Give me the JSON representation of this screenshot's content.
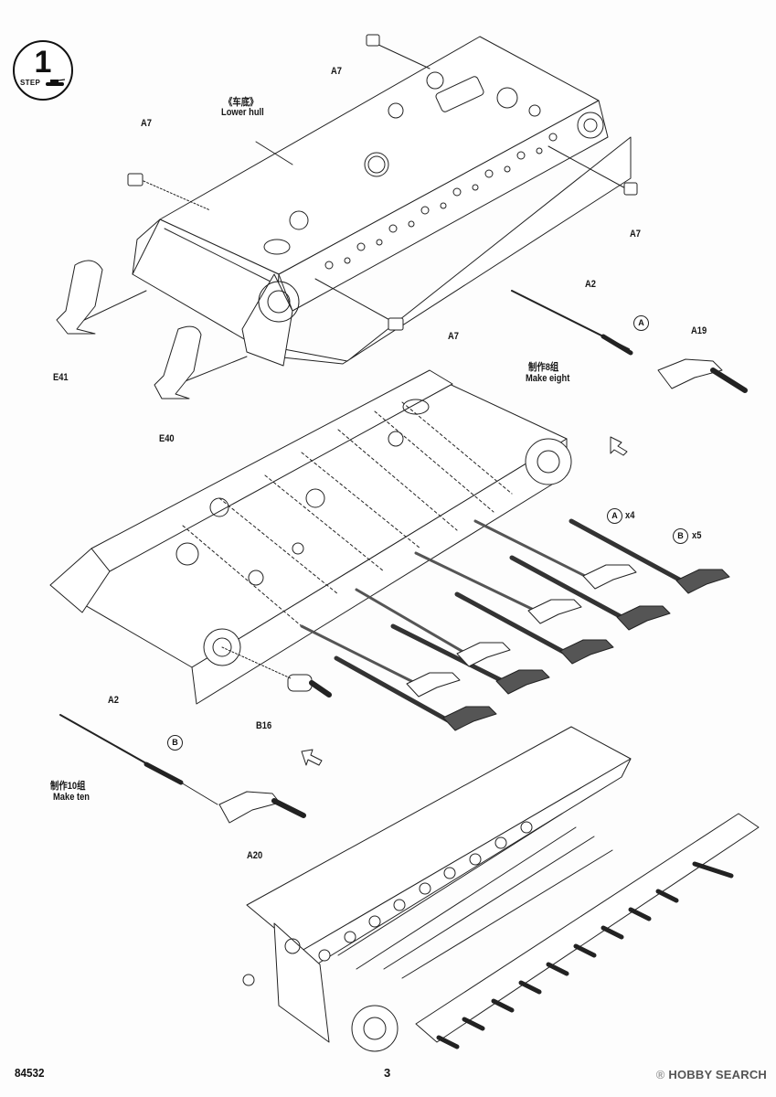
{
  "step": {
    "number": "1",
    "word": "STEP"
  },
  "labels": {
    "a7_top": "A7",
    "a7_left": "A7",
    "a7_right": "A7",
    "a7_mid": "A7",
    "lower_hull_cn": "《车底》",
    "lower_hull_en": "Lower hull",
    "e41": "E41",
    "e40": "E40",
    "a2_top": "A2",
    "a19": "A19",
    "make_eight_cn": "制作8组",
    "make_eight_en": "Make eight",
    "a_x4": "x4",
    "b_x5": "x5",
    "b16": "B16",
    "a2_bottom": "A2",
    "make_ten_cn": "制作10组",
    "make_ten_en": "Make ten",
    "a20": "A20"
  },
  "callouts": {
    "a": "A",
    "b": "B"
  },
  "footer": {
    "code": "84532",
    "page": "3",
    "watermark": "HOBBY SEARCH",
    "watermark_mark": "®"
  }
}
